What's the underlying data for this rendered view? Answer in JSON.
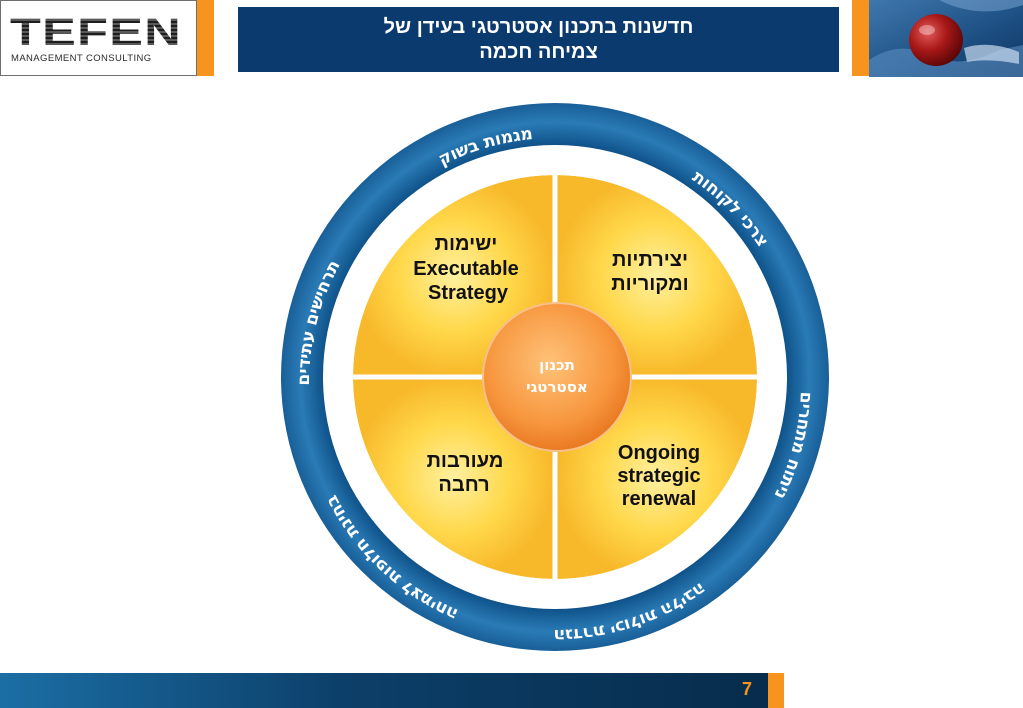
{
  "header": {
    "logo_text": "TEFEN",
    "logo_subtitle": "MANAGEMENT CONSULTING",
    "title_line1": "חדשנות בתכנון אסטרטגי בעידן של",
    "title_line2": "צמיחה חכמה"
  },
  "colors": {
    "brand_navy": "#0b3a6e",
    "accent_orange": "#f7941d",
    "ring_blue": "#1f6fa8",
    "quadrant_yellow": "#ffd23d",
    "center_orange": "#f7963e"
  },
  "diagram": {
    "center_label_line1": "תכנון",
    "center_label_line2": "אסטרטגי",
    "quadrants": {
      "top_right": [
        "יצירתיות",
        "ומקוריות"
      ],
      "top_left": [
        "ישימות",
        "Executable",
        "Strategy"
      ],
      "bottom_left": [
        "מעורבות",
        "רחבה"
      ],
      "bottom_right": [
        "Ongoing",
        "strategic",
        "renewal"
      ]
    },
    "ring_labels": [
      "צרכי לקוחות",
      "ניתוח מתחרים",
      "הגדרת יכולות הליבה",
      "בחינת חלופות לצמיחה",
      "תרחישים עתידים",
      "מגמות בשוק"
    ]
  },
  "footer": {
    "page_number": "7"
  }
}
